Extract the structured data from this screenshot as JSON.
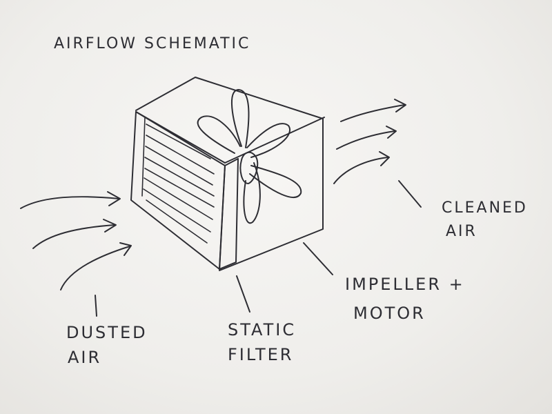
{
  "title": "AIRFLOW SCHEMATIC",
  "labels": {
    "dusted_air": [
      "DUSTED",
      "AIR"
    ],
    "static_filter": [
      "STATIC",
      "FILTER"
    ],
    "impeller_motor": [
      "IMPELLER +",
      "MOTOR"
    ],
    "cleaned_air": [
      "CLEANED",
      "AIR"
    ]
  },
  "colors": {
    "ink": "#2d2d33",
    "paper": "#f4f3f1"
  }
}
